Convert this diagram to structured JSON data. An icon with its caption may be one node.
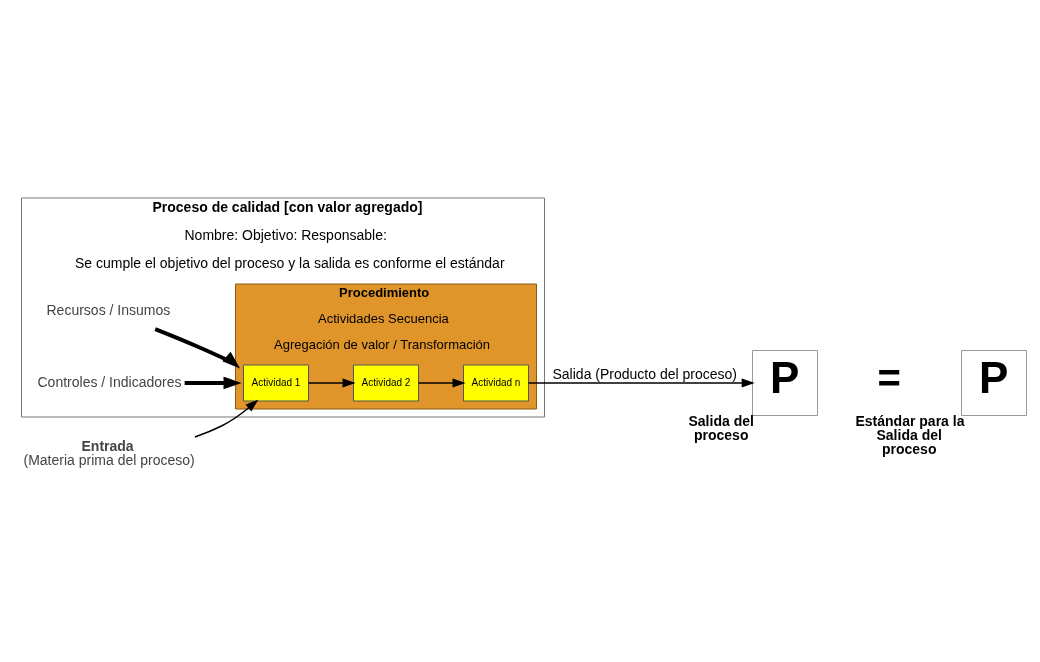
{
  "diagram": {
    "nodes": [
      {
        "text": [
          "Proceso de calidad [con valor agregado]",
          "Nombre: Objetivo: Responsable:",
          "Se cumple el objetivo del proceso y la salida es conforme el estándar"
        ]
      },
      {
        "text": [
          "Procedimiento",
          "Actividades Secuencia",
          "Agregación de valor / Transformación"
        ],
        "in": 0
      },
      {
        "text": [
          "Actividad 1"
        ],
        "in": 1
      },
      {
        "text": [
          "Actividad 2"
        ],
        "in": 1
      },
      {
        "text": [
          "Actividad n"
        ],
        "in": 1
      },
      {
        "text": [
          "Entrada",
          "(Materia prima del proceso)"
        ]
      },
      {
        "text": [
          "P"
        ],
        "beside": [
          "Salida del proceso"
        ]
      },
      {
        "text": [
          "P"
        ],
        "beside": [
          "Estándar para la Salida del proceso"
        ]
      },
      {
        "text": [
          "Recursos / Insumos"
        ],
        "in": 0
      },
      {
        "text": [
          "Controles / Indicadores"
        ],
        "in": 0
      }
    ],
    "edges": [
      {
        "from": 5,
        "to": 2,
        "arrow": "to"
      },
      {
        "from": 2,
        "to": 3,
        "arrow": "to"
      },
      {
        "from": 3,
        "to": 4,
        "arrow": "to"
      },
      {
        "from": 4,
        "to": 6,
        "arrow": "to",
        "label": "Salida (Producto del proceso)"
      },
      {
        "from": 8,
        "to": 1,
        "arrow": "to",
        "style": "thick"
      },
      {
        "from": 9,
        "to": 1,
        "arrow": "to",
        "style": "thick"
      }
    ],
    "labels": [
      "="
    ]
  }
}
